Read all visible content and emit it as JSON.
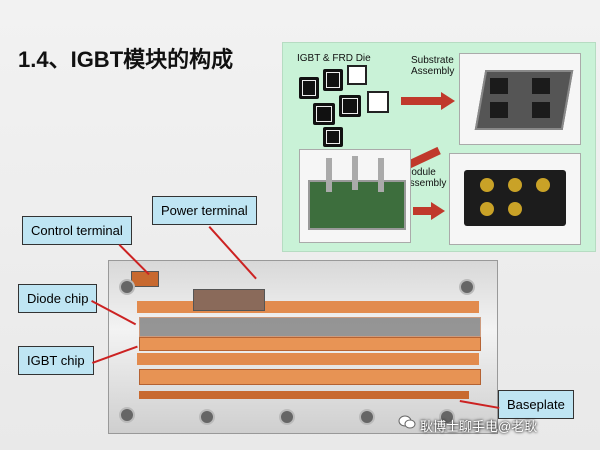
{
  "slide": {
    "title": "1.4、IGBT模块的构成"
  },
  "assembly_figure": {
    "die_label": "IGBT & FRD Die",
    "substrate_label_1": "Substrate",
    "substrate_label_2": "Assembly",
    "module_label_1": "Module",
    "module_label_2": "Assembly"
  },
  "callouts": {
    "power_terminal": "Power terminal",
    "control_terminal": "Control terminal",
    "diode_chip": "Diode chip",
    "igbt_chip": "IGBT chip",
    "baseplate": "Baseplate"
  },
  "watermark": {
    "text": "耿博士聊手电@老耿"
  },
  "colors": {
    "callout_bg": "#bfe5f3",
    "pointer_line": "#cc2222",
    "figure_bg": "#c9f2d7",
    "arrow": "#c0392b"
  }
}
